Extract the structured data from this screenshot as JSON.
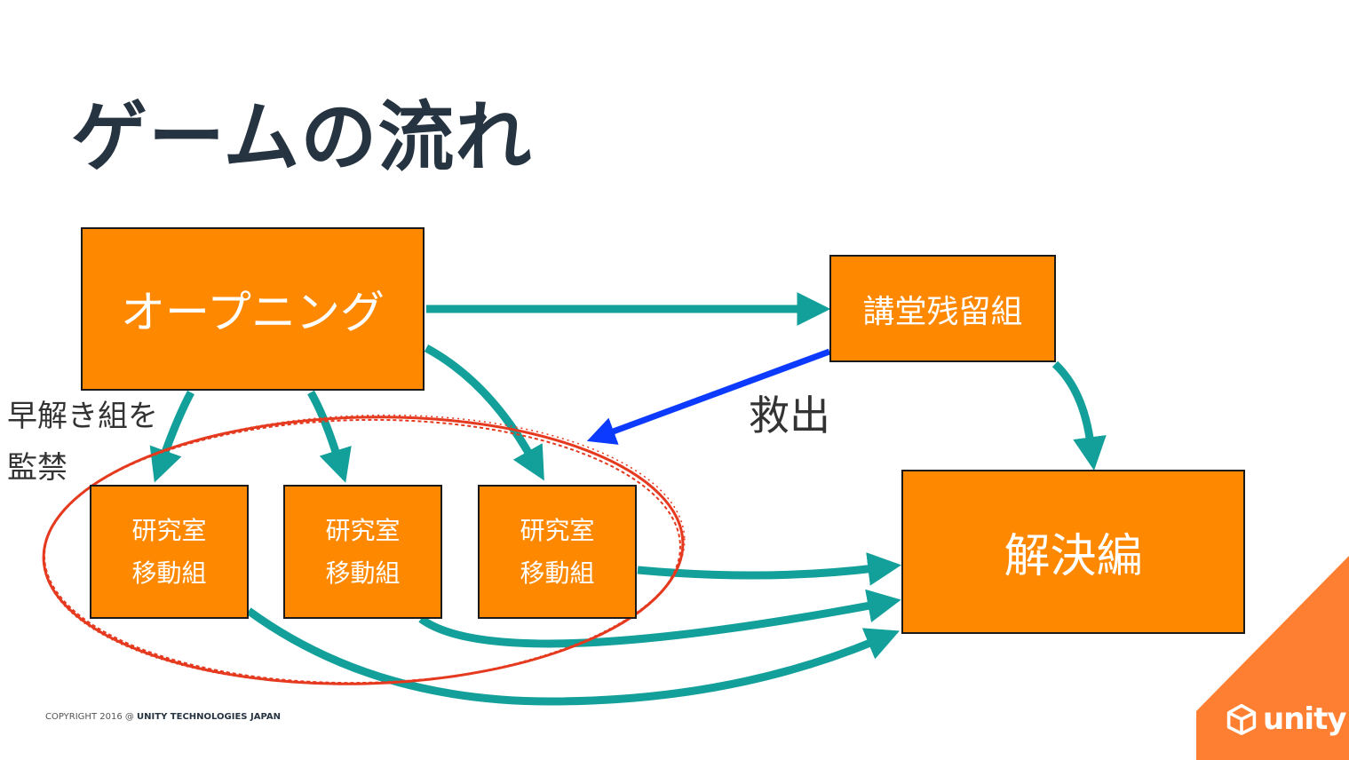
{
  "title": "ゲームの流れ",
  "boxes": {
    "opening": "オープニング",
    "lecture_hall": "講堂残留組",
    "resolution": "解決編",
    "lab_line1": "研究室",
    "lab_line2": "移動組"
  },
  "labels": {
    "confine_line1": "早解き組を",
    "confine_line2": "監禁",
    "rescue": "救出"
  },
  "footer": {
    "copyright_prefix": "COPYRIGHT 2016 @",
    "copyright_company": "UNITY TECHNOLOGIES JAPAN",
    "brand": "unity"
  },
  "colors": {
    "box_fill": "#fe8800",
    "flow_arrow": "#13a09a",
    "rescue_arrow": "#0c3bff",
    "highlight_ellipse": "#e53a1f",
    "title": "#263340",
    "corner": "#ff7f32"
  },
  "icons": {
    "brand_logo": "unity-cube-icon"
  }
}
